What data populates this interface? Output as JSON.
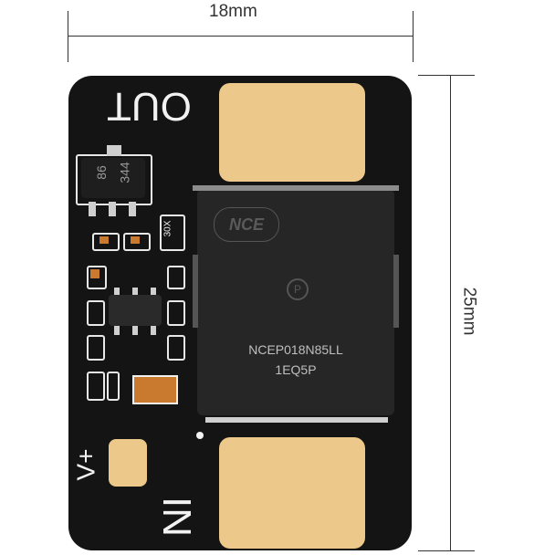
{
  "dimensions": {
    "width_label": "18mm",
    "height_label": "25mm"
  },
  "board": {
    "out_label": "OUT",
    "in_label": "IN",
    "vplus_label": "V+",
    "regulator_top_marking": "344",
    "regulator_side_marking": "86",
    "small_chip_marking": "30X",
    "mosfet": {
      "brand": "NCE",
      "part_number": "NCEP018N85LL",
      "lot_code": "1EQ5P",
      "mark": "P"
    }
  },
  "colors": {
    "board": "#141414",
    "pad_gold": "#ecc98b",
    "silkscreen": "#f2f2f2",
    "capacitor": "#c97a2f"
  }
}
